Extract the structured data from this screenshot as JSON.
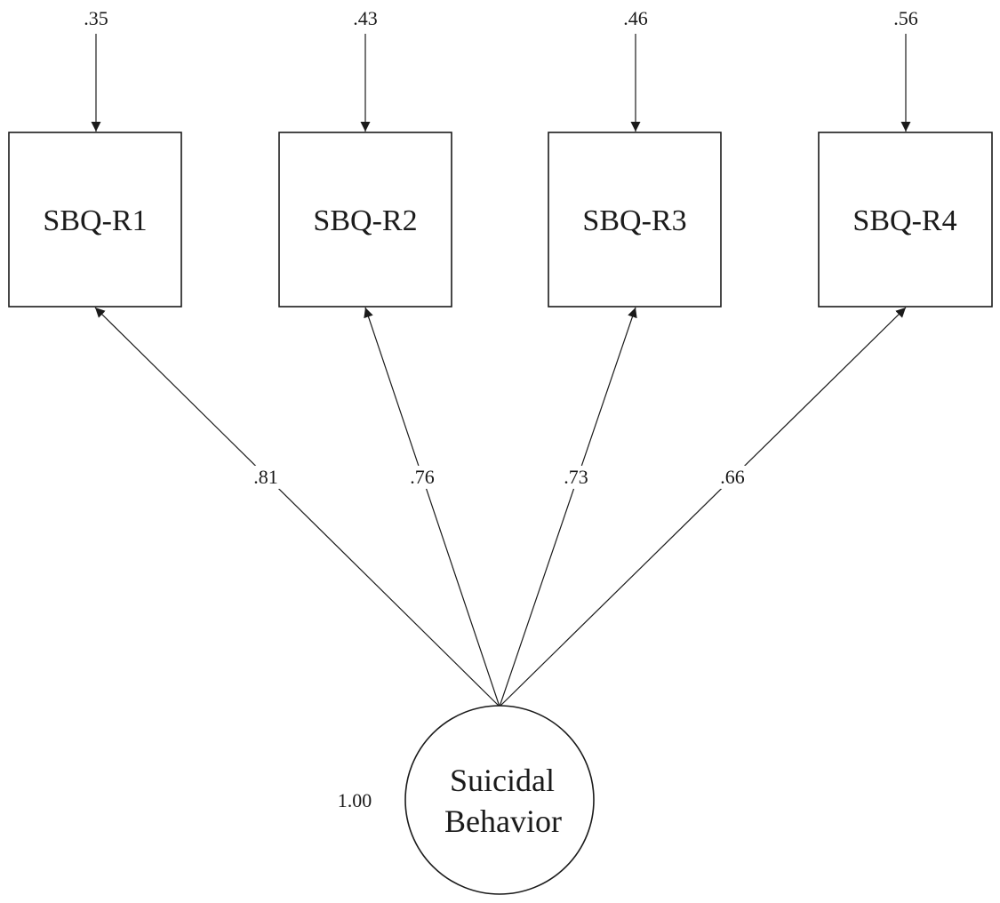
{
  "indicators": [
    {
      "label": "SBQ-R1",
      "error_variance": ".35",
      "loading": ".81"
    },
    {
      "label": "SBQ-R2",
      "error_variance": ".43",
      "loading": ".76"
    },
    {
      "label": "SBQ-R3",
      "error_variance": ".46",
      "loading": ".73"
    },
    {
      "label": "SBQ-R4",
      "error_variance": ".56",
      "loading": ".66"
    }
  ],
  "latent": {
    "label_line1": "Suicidal",
    "label_line2": "Behavior",
    "variance": "1.00"
  },
  "colors": {
    "stroke": "#1a1a1a",
    "background": "#ffffff"
  }
}
